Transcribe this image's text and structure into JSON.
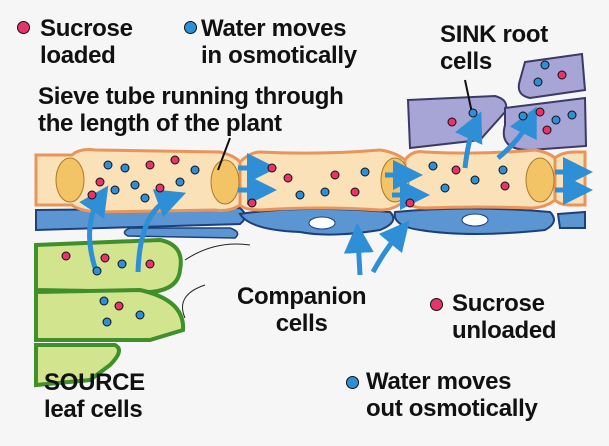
{
  "colors": {
    "sucrose": "#e8336b",
    "water": "#2f8fd6",
    "sieve_tube": "#fbe1b8",
    "sieve_outline": "#e9955a",
    "companion": "#5b95d2",
    "source_cell": "#d3e48f",
    "sink_cell": "#a7a4d6"
  },
  "legend": {
    "sucrose_loaded": {
      "line1": "Sucrose",
      "line2": "loaded",
      "icon": "sucrose-dot"
    },
    "water_in": {
      "line1": "Water moves",
      "line2": "in osmotically",
      "icon": "water-dot"
    },
    "sucrose_unloaded": {
      "line1": "Sucrose",
      "line2": "unloaded",
      "icon": "sucrose-dot"
    },
    "water_out": {
      "line1": "Water moves",
      "line2": "out osmotically",
      "icon": "water-dot"
    }
  },
  "labels": {
    "sieve_tube": {
      "line1": "Sieve tube running through",
      "line2": "the length of the plant"
    },
    "sink": {
      "line1": "SINK root",
      "line2": "cells"
    },
    "companion": {
      "line1": "Companion",
      "line2": "cells"
    },
    "source": {
      "line1": "SOURCE",
      "line2": "leaf cells"
    }
  }
}
